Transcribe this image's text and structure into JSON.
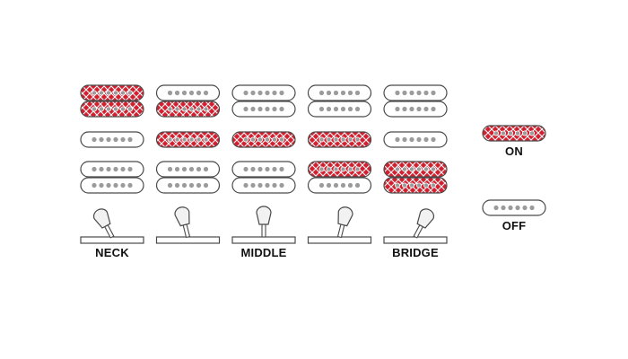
{
  "colors": {
    "on_fill": "#d2202f",
    "on_pattern": "#ffffff",
    "off_fill": "#ffffff",
    "outline": "#4a4a4a",
    "pole": "#9b9b9b",
    "switch_body": "#f2f2f2",
    "label": "#111111"
  },
  "positions": [
    {
      "label": "NECK",
      "switch": "neck",
      "neck_humbucker": [
        "on",
        "on"
      ],
      "middle_single": "off",
      "bridge_humbucker": [
        "off",
        "off"
      ]
    },
    {
      "label": "",
      "switch": "neck-middle",
      "neck_humbucker": [
        "off",
        "on"
      ],
      "middle_single": "on",
      "bridge_humbucker": [
        "off",
        "off"
      ]
    },
    {
      "label": "MIDDLE",
      "switch": "middle",
      "neck_humbucker": [
        "off",
        "off"
      ],
      "middle_single": "on",
      "bridge_humbucker": [
        "off",
        "off"
      ]
    },
    {
      "label": "",
      "switch": "middle-bridge",
      "neck_humbucker": [
        "off",
        "off"
      ],
      "middle_single": "on",
      "bridge_humbucker": [
        "on",
        "off"
      ]
    },
    {
      "label": "BRIDGE",
      "switch": "bridge",
      "neck_humbucker": [
        "off",
        "off"
      ],
      "middle_single": "off",
      "bridge_humbucker": [
        "on",
        "on"
      ]
    }
  ],
  "legend": {
    "on_label": "ON",
    "off_label": "OFF"
  },
  "icons": {
    "pickup_on": "coil-on-icon",
    "pickup_off": "coil-off-icon",
    "switch": "toggle-switch-icon"
  }
}
